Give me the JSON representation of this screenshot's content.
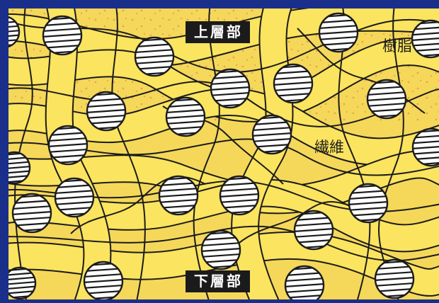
{
  "labels": {
    "upper_layer": "上層部",
    "lower_layer": "下層部",
    "resin": "樹脂",
    "fiber": "繊維"
  },
  "colors": {
    "frame": "#1a2f8a",
    "resin_background": "#f5d85a",
    "fiber_yellow": "#fbe45f",
    "resin_dots": "#e8a64b",
    "fiber_outline": "#1b1b1b",
    "cross_section_fill": "#ffffff",
    "label_bg": "#1b1b1b",
    "label_text": "#ffffff"
  },
  "icons": {
    "fiber_cross_section": "circle-with-horizontal-stripes"
  }
}
